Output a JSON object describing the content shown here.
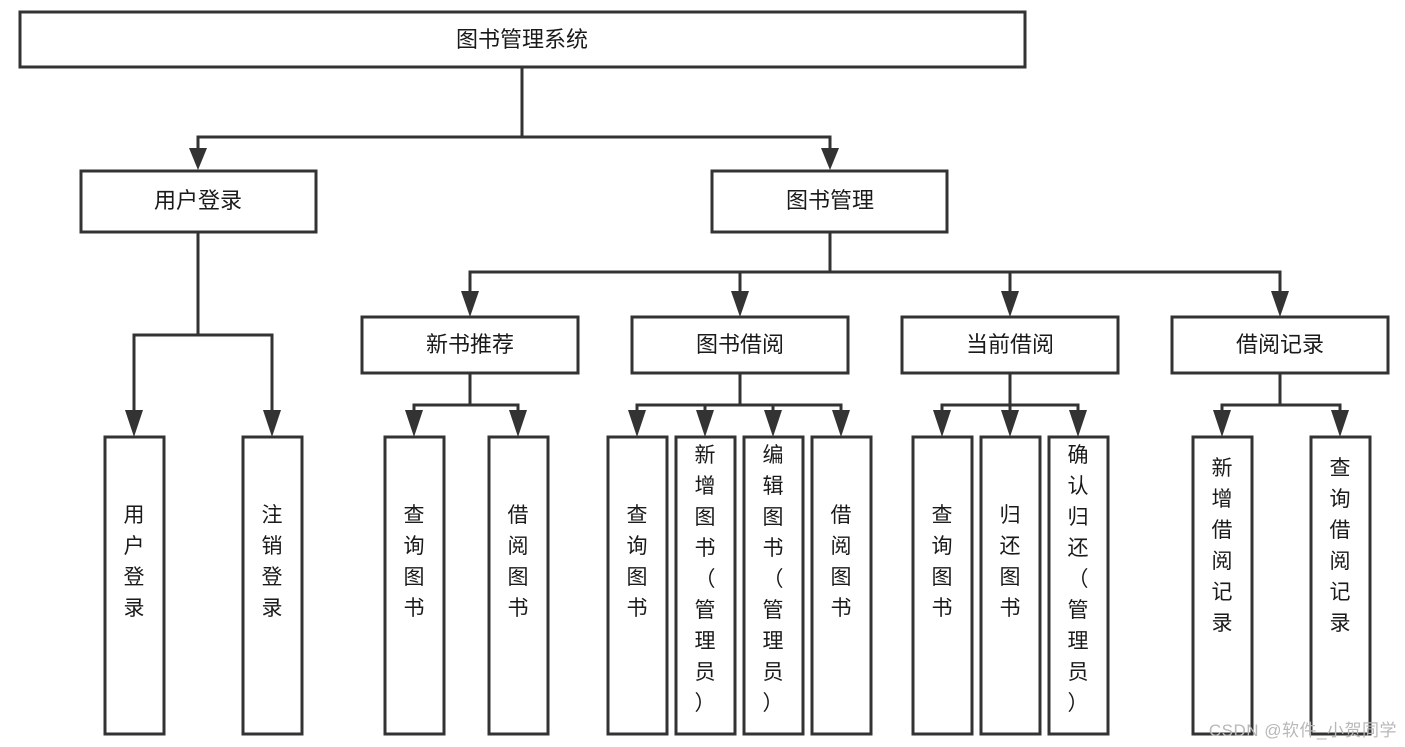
{
  "diagram": {
    "type": "tree-hierarchy-flowchart",
    "title": "图书管理系统",
    "watermark": "CSDN @软件_小贺同学",
    "colors": {
      "stroke": "#333333",
      "fill": "#ffffff",
      "text": "#1a1a1a",
      "watermark": "#b8b8b8"
    },
    "levels": {
      "root": {
        "label": "图书管理系统"
      },
      "level2": [
        {
          "label": "用户登录"
        },
        {
          "label": "图书管理"
        }
      ],
      "level3": [
        {
          "label": "新书推荐"
        },
        {
          "label": "图书借阅"
        },
        {
          "label": "当前借阅"
        },
        {
          "label": "借阅记录"
        }
      ],
      "leaves": [
        {
          "label": "用户登录",
          "parent": "用户登录"
        },
        {
          "label": "注销登录",
          "parent": "用户登录"
        },
        {
          "label": "查询图书",
          "parent": "新书推荐"
        },
        {
          "label": "借阅图书",
          "parent": "新书推荐"
        },
        {
          "label": "查询图书",
          "parent": "图书借阅"
        },
        {
          "label": "新增图书（管理员）",
          "parent": "图书借阅"
        },
        {
          "label": "编辑图书（管理员）",
          "parent": "图书借阅"
        },
        {
          "label": "借阅图书",
          "parent": "图书借阅"
        },
        {
          "label": "查询图书",
          "parent": "当前借阅"
        },
        {
          "label": "归还图书",
          "parent": "当前借阅"
        },
        {
          "label": "确认归还（管理员）",
          "parent": "当前借阅"
        },
        {
          "label": "新增借阅记录",
          "parent": "借阅记录"
        },
        {
          "label": "查询借阅记录",
          "parent": "借阅记录"
        }
      ]
    }
  }
}
